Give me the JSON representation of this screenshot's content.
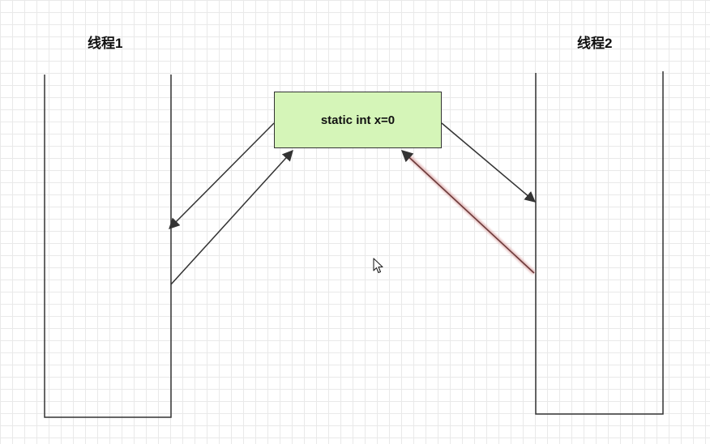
{
  "threads": [
    {
      "label": "线程1"
    },
    {
      "label": "线程2"
    }
  ],
  "shared_variable": {
    "label": "static int x=0",
    "fill_color": "#d5f5b8",
    "border_color": "#333333"
  },
  "arrows": [
    {
      "from": "shared_variable",
      "to": "thread1",
      "color": "#333333"
    },
    {
      "from": "thread1",
      "to": "shared_variable",
      "color": "#333333"
    },
    {
      "from": "shared_variable",
      "to": "thread2",
      "color": "#333333"
    },
    {
      "from": "thread2",
      "to": "shared_variable",
      "color": "#6b3a3a"
    }
  ],
  "cursor": {
    "icon": "mouse-pointer-icon"
  }
}
